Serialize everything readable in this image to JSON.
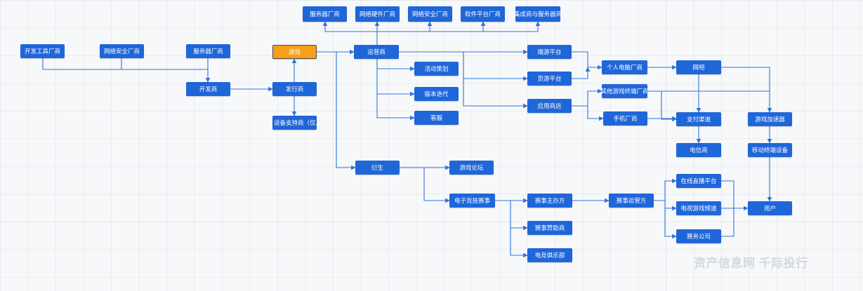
{
  "diagram": {
    "nodes": {
      "svr_top": "服务器厂商",
      "hw_top": "网络硬件厂商",
      "sec_top": "网络安全厂商",
      "soft_top": "软件平台厂商",
      "integ_top": "集成商与服务器商",
      "devtool": "开发工具厂商",
      "sec_left": "网络安全厂商",
      "svr_left": "服务器厂商",
      "game": "游戏",
      "developer": "开发商",
      "publisher": "发行商",
      "device_support": "设备支持商（仅...",
      "operator": "运营商",
      "event_plan": "活动策划",
      "version_iter": "版本迭代",
      "customer_service": "客服",
      "client_platform": "端游平台",
      "web_platform": "页游平台",
      "app_store": "应用商店",
      "pc_vendor": "个人电脑厂商",
      "other_terminal": "其他游戏终端厂商",
      "phone_vendor": "手机厂商",
      "net_cafe": "网吧",
      "payment": "支付渠道",
      "telecom": "电信商",
      "accelerator": "游戏加速器",
      "mobile_device": "移动终端设备",
      "derivative": "衍生",
      "forum": "游戏论坛",
      "esports": "电子竞技赛事",
      "host": "赛事主办方",
      "sponsor": "赛事赞助商",
      "club": "电竞俱乐部",
      "event_operator": "赛事运营方",
      "live": "在线直播平台",
      "tv": "电视游戏频道",
      "event_company": "赛务公司",
      "user": "用户"
    },
    "edge_color": "#2f73df",
    "node_color": "#1f66d9",
    "root_color": "#f6a01a"
  },
  "watermark": "资产信息网 千际投行"
}
